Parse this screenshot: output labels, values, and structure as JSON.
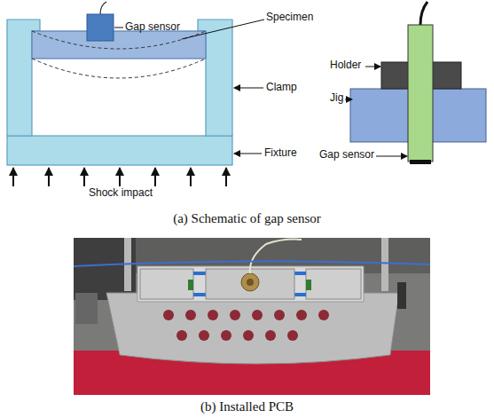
{
  "diagram": {
    "labels": [
      "Gap sensor",
      "Specimen",
      "Clamp",
      "Fixture",
      "Shock impact",
      "Holder",
      "Jig",
      "Gap sensor",
      "(a) Schematic of gap sensor",
      "(b) Installed PCB"
    ]
  }
}
